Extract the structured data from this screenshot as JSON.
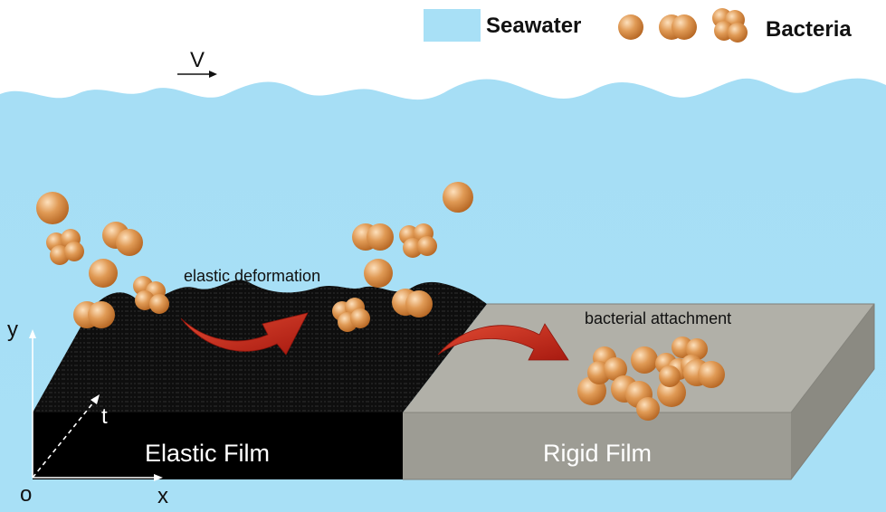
{
  "legend": {
    "seawater_label": "Seawater",
    "bacteria_label": "Bacteria"
  },
  "flow": {
    "velocity_label": "V"
  },
  "axes": {
    "y_label": "y",
    "x_label": "x",
    "t_label": "t",
    "origin_label": "o"
  },
  "annotations": {
    "elastic_deformation": "elastic deformation",
    "bacterial_attachment": "bacterial attachment"
  },
  "films": {
    "elastic_label": "Elastic Film",
    "rigid_label": "Rigid Film"
  },
  "colors": {
    "seawater": "#a8e0f6",
    "elastic_film": "#0e0e0e",
    "rigid_top": "#b1b0a8",
    "rigid_front": "#9d9c94",
    "rigid_side": "#8b8a82",
    "bacteria": "#d9883e",
    "arrow": "#c8261b"
  },
  "icons": {
    "single_bacterium": "sphere-icon",
    "diplococcus": "double-sphere-icon",
    "cluster": "cluster-icon",
    "flow_arrow": "arrow-right-icon",
    "curved_arrow": "curved-arrow-icon"
  }
}
